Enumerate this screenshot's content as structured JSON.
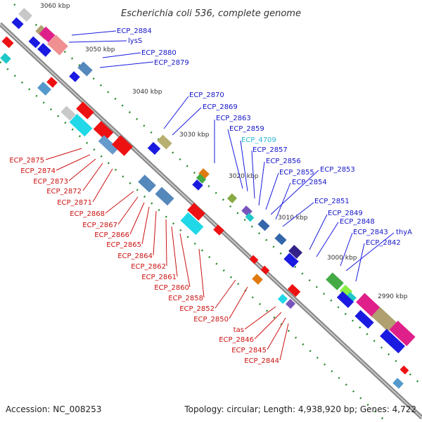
{
  "title": "Escherichia coli 536, complete genome",
  "footer": {
    "accession": "Accession: NC_008253",
    "summary": "Topology: circular; Length: 4,938,920 bp; Genes: 4,722"
  },
  "ticks": [
    "3060 kbp",
    "3050 kbp",
    "3040 kbp",
    "3030 kbp",
    "3020 kbp",
    "3010 kbp",
    "3000 kbp",
    "2990 kbp"
  ],
  "upper_labels": [
    "ECP_2884",
    "lysS",
    "ECP_2880",
    "ECP_2879",
    "ECP_2870",
    "ECP_2869",
    "ECP_2863",
    "ECP_2859",
    "ECP_4709",
    "ECP_2857",
    "ECP_2856",
    "ECP_2855",
    "ECP_2853",
    "ECP_2854",
    "ECP_2851",
    "ECP_2849",
    "ECP_2848",
    "ECP_2843",
    "thyA",
    "ECP_2842"
  ],
  "lower_labels": [
    "ECP_2875",
    "ECP_2874",
    "ECP_2873",
    "ECP_2872",
    "ECP_2871",
    "ECP_2868",
    "ECP_2867",
    "ECP_2866",
    "ECP_2865",
    "ECP_2864",
    "ECP_2862",
    "ECP_2861",
    "ECP_2860",
    "ECP_2858",
    "ECP_2852",
    "ECP_2850",
    "tas",
    "ECP_2846",
    "ECP_2845",
    "ECP_2844"
  ],
  "colors": {
    "forward_gene": "#1a1ae0",
    "reverse_gene": "#ee1111",
    "rna_label": "#2ab7d8",
    "backbone": "#808080",
    "tick_mark": "#228822"
  }
}
